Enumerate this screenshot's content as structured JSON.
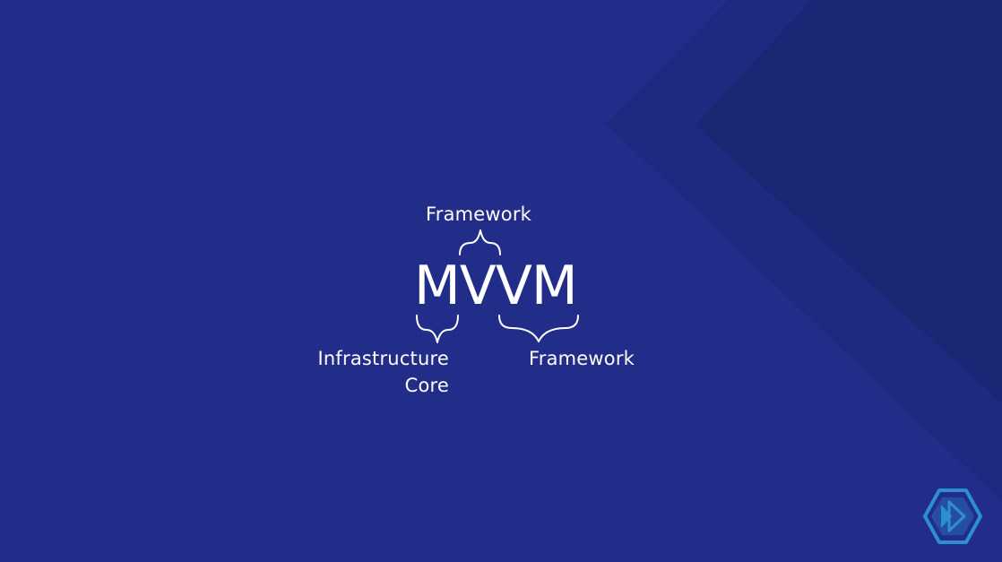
{
  "colors": {
    "background": "#212d88",
    "background_dark": "#1d2878",
    "background_darker": "#1a2570",
    "text": "#ffffff",
    "logo_accent": "#2b8fd0"
  },
  "diagram": {
    "acronym": "MVVM",
    "top_annotation": "Framework",
    "bottom_left_annotation": [
      "Infrastructure",
      "Core"
    ],
    "bottom_right_annotation": "Framework"
  },
  "icons": {
    "brand_logo": "hexagon-play-icon"
  }
}
